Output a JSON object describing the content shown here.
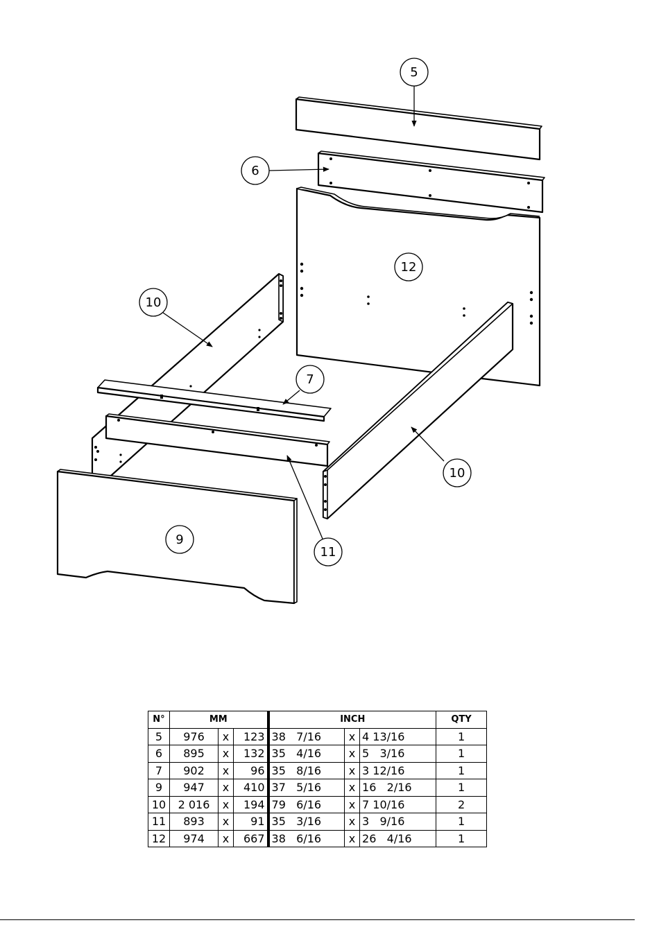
{
  "callouts": {
    "part5": "5",
    "part6": "6",
    "part7": "7",
    "part9": "9",
    "part10_left": "10",
    "part10_right": "10",
    "part11": "11",
    "part12": "12"
  },
  "parts_table": {
    "headers": {
      "no": "N°",
      "mm": "MM",
      "inch": "INCH",
      "qty": "QTY"
    },
    "rows": [
      {
        "no": "5",
        "mm_a": "976",
        "x1": "x",
        "mm_b": "123",
        "in_a": "38   7/16",
        "x2": "x",
        "in_b": "4 13/16",
        "qty": "1"
      },
      {
        "no": "6",
        "mm_a": "895",
        "x1": "x",
        "mm_b": "132",
        "in_a": "35   4/16",
        "x2": "x",
        "in_b": "5   3/16",
        "qty": "1"
      },
      {
        "no": "7",
        "mm_a": "902",
        "x1": "x",
        "mm_b": "96",
        "in_a": "35   8/16",
        "x2": "x",
        "in_b": "3 12/16",
        "qty": "1"
      },
      {
        "no": "9",
        "mm_a": "947",
        "x1": "x",
        "mm_b": "410",
        "in_a": "37   5/16",
        "x2": "x",
        "in_b": "16   2/16",
        "qty": "1"
      },
      {
        "no": "10",
        "mm_a": "2 016",
        "x1": "x",
        "mm_b": "194",
        "in_a": "79   6/16",
        "x2": "x",
        "in_b": "7 10/16",
        "qty": "2"
      },
      {
        "no": "11",
        "mm_a": "893",
        "x1": "x",
        "mm_b": "91",
        "in_a": "35   3/16",
        "x2": "x",
        "in_b": "3   9/16",
        "qty": "1"
      },
      {
        "no": "12",
        "mm_a": "974",
        "x1": "x",
        "mm_b": "667",
        "in_a": "38   6/16",
        "x2": "x",
        "in_b": "26   4/16",
        "qty": "1"
      }
    ]
  }
}
